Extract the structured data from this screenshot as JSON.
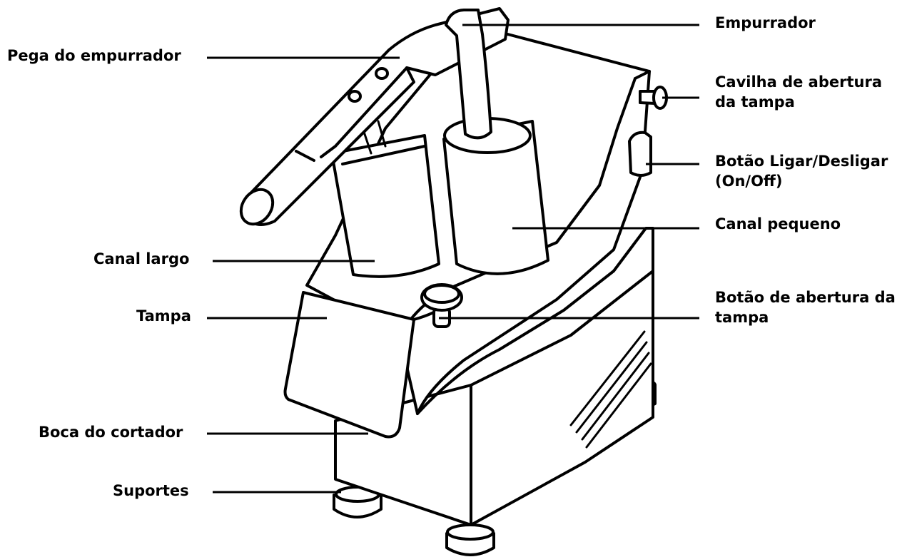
{
  "labels": {
    "pusher_handle": "Pega do empurrador",
    "pusher": "Empurrador",
    "lid_pin_line1": "Cavilha de abertura",
    "lid_pin_line2": "da tampa",
    "power_line1": "Botão Ligar/Desligar",
    "power_line2": "(On/Off)",
    "small_chute": "Canal pequeno",
    "large_chute": "Canal largo",
    "lid": "Tampa",
    "lid_button_line1": "Botão de abertura da",
    "lid_button_line2": "tampa",
    "cutter_mouth": "Boca do cortador",
    "feet": "Suportes"
  },
  "colors": {
    "line": "#000000",
    "background": "#ffffff"
  }
}
